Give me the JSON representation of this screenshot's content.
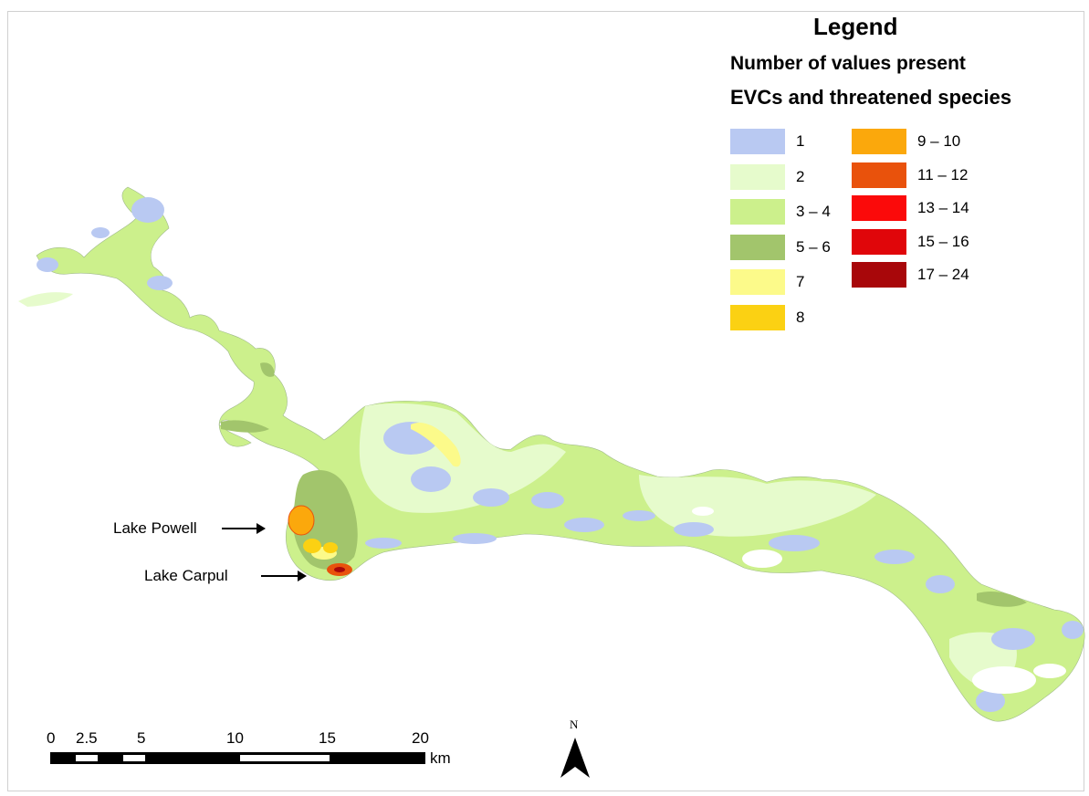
{
  "legend": {
    "title": "Legend",
    "subtitle_1": "Number of values present",
    "subtitle_2": "EVCs and threatened species",
    "items": [
      {
        "label": "1",
        "color": "#b9c9f2"
      },
      {
        "label": "2",
        "color": "#e6fbcc"
      },
      {
        "label": "3 – 4",
        "color": "#ccf08c"
      },
      {
        "label": "5 – 6",
        "color": "#a2c56c"
      },
      {
        "label": "7",
        "color": "#fcfa8a"
      },
      {
        "label": "8",
        "color": "#fbd113"
      },
      {
        "label": "9 – 10",
        "color": "#fba80c"
      },
      {
        "label": "11 – 12",
        "color": "#e9520c"
      },
      {
        "label": "13 – 14",
        "color": "#fb0a0a"
      },
      {
        "label": "15 – 16",
        "color": "#e0060a"
      },
      {
        "label": "17 – 24",
        "color": "#a8070a"
      }
    ]
  },
  "labels": {
    "lake_powell": "Lake Powell",
    "lake_carpul": "Lake Carpul"
  },
  "scale_bar": {
    "ticks": [
      "0",
      "2.5",
      "5",
      "10",
      "15",
      "20"
    ],
    "unit": "km"
  },
  "north_arrow": {
    "label": "N"
  }
}
